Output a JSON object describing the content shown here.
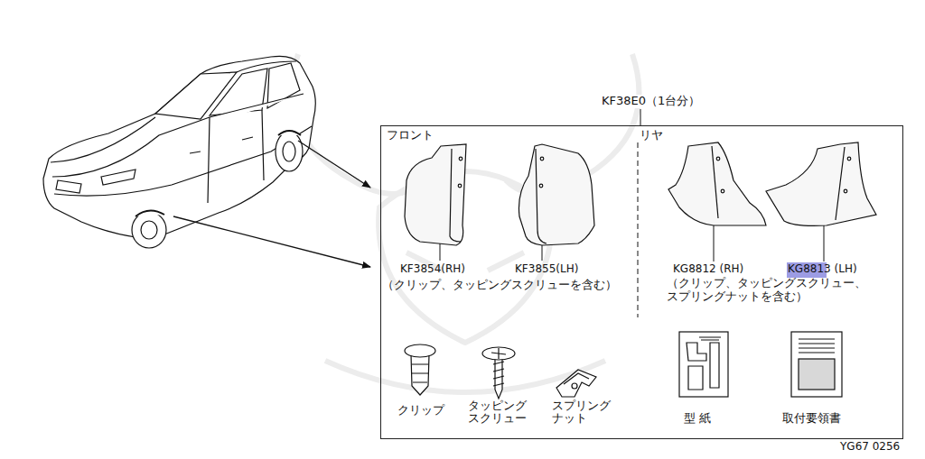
{
  "diagram": {
    "nodes": [
      {
        "text": [
          "KF38E0（1台分）",
          "フロント",
          "リヤ"
        ]
      }
    ],
    "labels": [
      "KF3854(RH)",
      "KF3855(LH)",
      "（クリップ、タッピングスクリューを含む）",
      "KG8812 (RH)",
      "KG8813 (LH)",
      "（クリップ、タッピングスクリュー、 スプリングナットを含む）",
      "クリップ",
      "タッピング スクリュー",
      "スプリング ナット",
      "型 紙",
      "取付要領書",
      "YG67 0256"
    ]
  }
}
